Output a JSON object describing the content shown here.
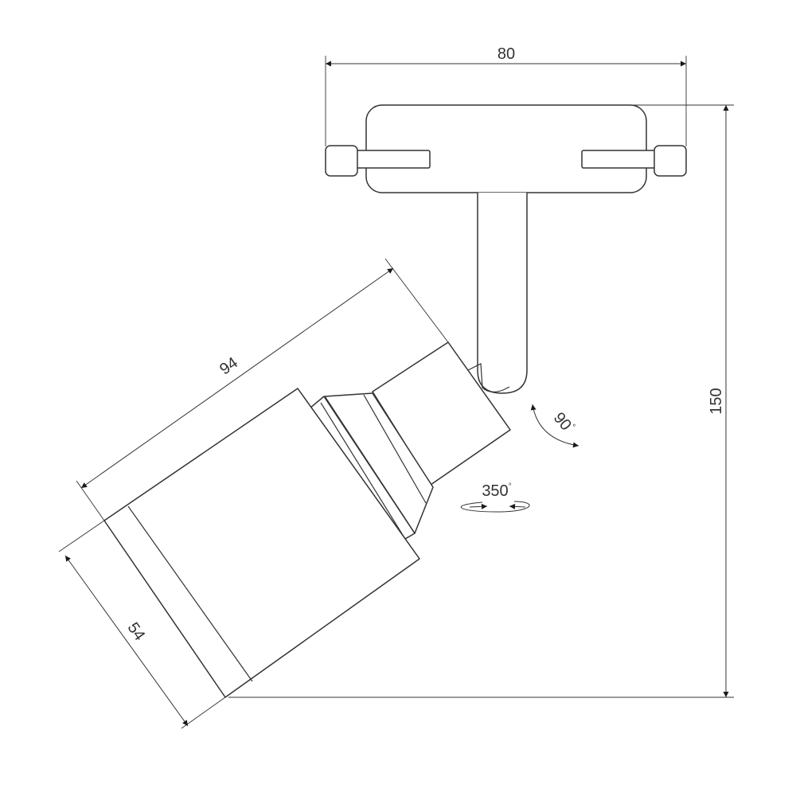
{
  "dimensions": {
    "width": "80",
    "height": "150",
    "length": "94",
    "diameter": "54"
  },
  "rotations": {
    "tilt": "90",
    "swivel": "350",
    "degree_symbol": "°"
  },
  "colors": {
    "line": "#333333",
    "arrowhead": "#1a1a1a",
    "background": "#ffffff"
  }
}
